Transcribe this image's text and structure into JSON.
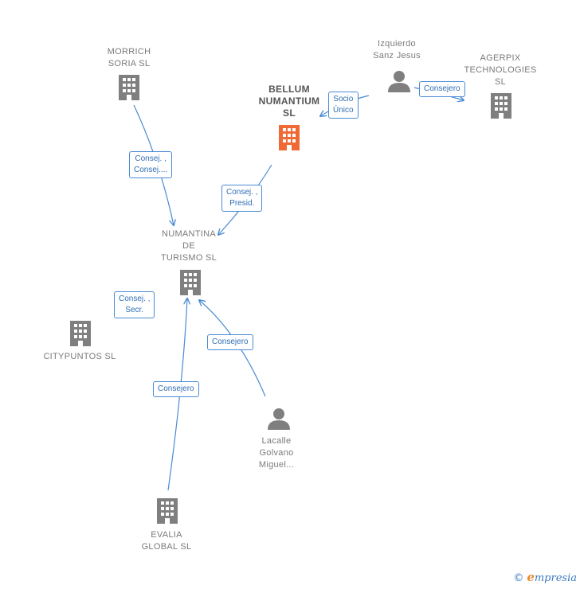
{
  "nodes": {
    "morrich": {
      "lines": [
        "MORRICH",
        "SORIA  SL"
      ],
      "type": "company"
    },
    "izquierdo": {
      "lines": [
        "Izquierdo",
        "Sanz Jesus"
      ],
      "type": "person"
    },
    "agerpix": {
      "lines": [
        "AGERPIX",
        "TECHNOLOGIES",
        "SL"
      ],
      "type": "company"
    },
    "bellum": {
      "lines": [
        "BELLUM",
        "NUMANTIUM",
        "SL"
      ],
      "type": "company",
      "highlight": true
    },
    "numantina": {
      "lines": [
        "NUMANTINA",
        "DE",
        "TURISMO  SL"
      ],
      "type": "company"
    },
    "citypuntos": {
      "lines": [
        "CITYPUNTOS SL"
      ],
      "type": "company"
    },
    "lacalle": {
      "lines": [
        "Lacalle",
        "Golvano",
        "Miguel..."
      ],
      "type": "person"
    },
    "evalia": {
      "lines": [
        "EVALIA",
        "GLOBAL  SL"
      ],
      "type": "company"
    }
  },
  "edges": {
    "morrich_numantina": {
      "lines": [
        "Consej. ,",
        "Consej...."
      ]
    },
    "bellum_numantina": {
      "lines": [
        "Consej. ,",
        "Presid."
      ]
    },
    "izquierdo_bellum": {
      "lines": [
        "Socio",
        "Único"
      ]
    },
    "izquierdo_agerpix": {
      "lines": [
        "Consejero"
      ]
    },
    "citypuntos_numantina": {
      "lines": [
        "Consej. ,",
        "Secr."
      ]
    },
    "lacalle_numantina": {
      "lines": [
        "Consejero"
      ]
    },
    "evalia_numantina": {
      "lines": [
        "Consejero"
      ]
    }
  },
  "colors": {
    "company_icon": "#7f7f7f",
    "highlight_icon": "#f06a36",
    "person_icon": "#7f7f7f",
    "edge_line": "#4a8bd4",
    "edge_label_text": "#2f6db5"
  },
  "icons": {
    "company": "building-icon",
    "person": "person-icon"
  },
  "footer": {
    "copyright": "©",
    "brand_initial": "e",
    "brand_rest": "mpresia"
  }
}
